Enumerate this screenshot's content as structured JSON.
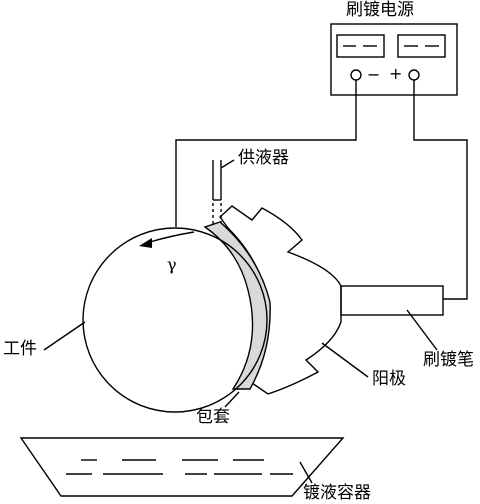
{
  "labels": {
    "power_supply": "刷镀电源",
    "liquid_supply": "供液器",
    "workpiece": "工件",
    "anode": "阳极",
    "brush_pen": "刷镀笔",
    "wrap": "包套",
    "plating_container": "镀液容器"
  },
  "power_supply": {
    "minus_sign": "−",
    "plus_sign": "+",
    "meter_left": "− −",
    "meter_right": "− −"
  },
  "rotation_symbol": "γ",
  "colors": {
    "line": "#000000",
    "wrap_fill": "#d9d9d9",
    "background": "#ffffff"
  }
}
